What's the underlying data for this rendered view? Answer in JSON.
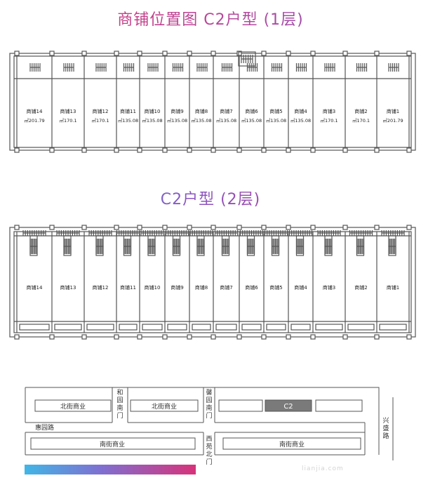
{
  "title1": "商铺位置图    C2户型 (1层)",
  "title2": "C2户型 (2层)",
  "floor1": {
    "shops": [
      {
        "name": "商铺14",
        "area": "㎡201.79"
      },
      {
        "name": "商铺13",
        "area": "㎡170.1"
      },
      {
        "name": "商铺12",
        "area": "㎡170.1"
      },
      {
        "name": "商铺11",
        "area": "㎡135.08"
      },
      {
        "name": "商铺10",
        "area": "㎡135.08"
      },
      {
        "name": "商铺9",
        "area": "㎡135.08"
      },
      {
        "name": "商铺8",
        "area": "㎡135.08"
      },
      {
        "name": "商铺7",
        "area": "㎡135.08"
      },
      {
        "name": "商铺6",
        "area": "㎡135.08"
      },
      {
        "name": "商铺5",
        "area": "㎡135.08"
      },
      {
        "name": "商铺4",
        "area": "㎡135.08"
      },
      {
        "name": "商铺3",
        "area": "㎡170.1"
      },
      {
        "name": "商铺2",
        "area": "㎡170.1"
      },
      {
        "name": "商铺1",
        "area": "㎡201.79"
      }
    ]
  },
  "floor2": {
    "shops": [
      "商铺14",
      "商铺13",
      "商铺12",
      "商铺11",
      "商铺10",
      "商铺9",
      "商铺8",
      "商铺7",
      "商铺6",
      "商铺5",
      "商铺4",
      "商铺3",
      "商铺2",
      "商铺1"
    ]
  },
  "sitemap": {
    "north_left": "北街商业",
    "north_mid": "北街商业",
    "gate_left": "和园南门",
    "gate_right": "馨园南门",
    "highlight": "C2",
    "road_left": "惠园路",
    "south_left": "南街商业",
    "south_right": "南街商业",
    "gate_south": "西苑北门",
    "road_right": "兴盛路",
    "highlight_color": "#7a7a7a"
  },
  "watermark": "lianjia.com"
}
